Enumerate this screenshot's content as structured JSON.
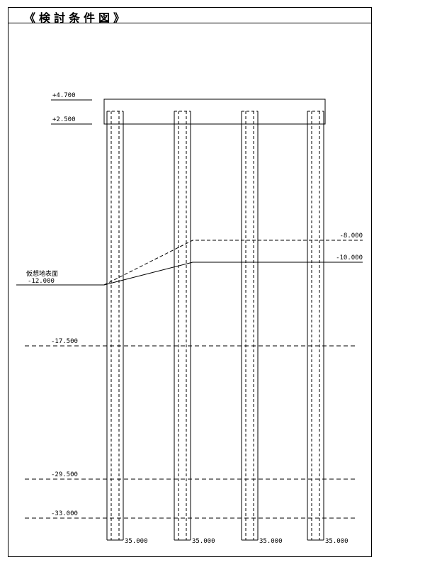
{
  "title": "《検討条件図》",
  "labels": {
    "top_level": "+4.700",
    "cap_bottom_level": "+2.500",
    "upper_dashed_level": "-8.000",
    "upper_solid_level": "-10.000",
    "virtual_ground_name": "仮想地表面",
    "virtual_ground_level": "-12.000",
    "layer_1": "-17.500",
    "layer_2": "-29.500",
    "layer_3": "-33.000",
    "pile_tip_1": "35.000",
    "pile_tip_2": "35.000",
    "pile_tip_3": "35.000",
    "pile_tip_4": "35.000"
  },
  "colors": {
    "line": "#000000",
    "background": "#ffffff"
  }
}
